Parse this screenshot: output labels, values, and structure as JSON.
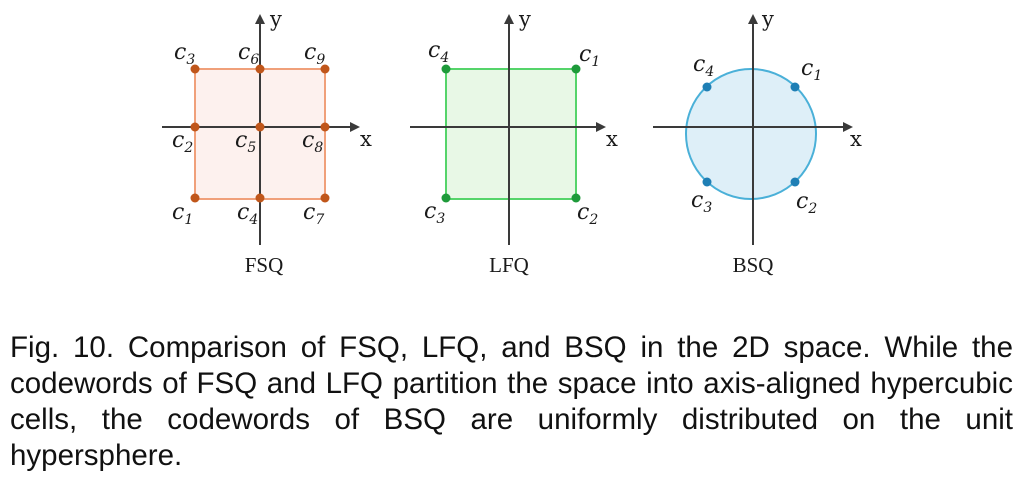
{
  "colors": {
    "fsq_fill": "#fdf1ee",
    "fsq_stroke": "#f0a07a",
    "fsq_point": "#c0561a",
    "lfq_fill": "#e8f8e6",
    "lfq_stroke": "#55d46a",
    "lfq_point": "#1e9a3a",
    "bsq_fill": "#deeff8",
    "bsq_stroke": "#4ab0d8",
    "bsq_point": "#1f7fb5",
    "axis": "#3a3a3a"
  },
  "axis_labels": {
    "x": "x",
    "y": "y"
  },
  "panels": [
    {
      "title": "FSQ",
      "codewords": [
        {
          "base": "c",
          "sub": "1"
        },
        {
          "base": "c",
          "sub": "2"
        },
        {
          "base": "c",
          "sub": "3"
        },
        {
          "base": "c",
          "sub": "4"
        },
        {
          "base": "c",
          "sub": "5"
        },
        {
          "base": "c",
          "sub": "6"
        },
        {
          "base": "c",
          "sub": "7"
        },
        {
          "base": "c",
          "sub": "8"
        },
        {
          "base": "c",
          "sub": "9"
        }
      ]
    },
    {
      "title": "LFQ",
      "codewords": [
        {
          "base": "c",
          "sub": "1"
        },
        {
          "base": "c",
          "sub": "2"
        },
        {
          "base": "c",
          "sub": "3"
        },
        {
          "base": "c",
          "sub": "4"
        }
      ]
    },
    {
      "title": "BSQ",
      "codewords": [
        {
          "base": "c",
          "sub": "1"
        },
        {
          "base": "c",
          "sub": "2"
        },
        {
          "base": "c",
          "sub": "3"
        },
        {
          "base": "c",
          "sub": "4"
        }
      ]
    }
  ],
  "caption": "Fig. 10. Comparison of FSQ, LFQ, and BSQ in the 2D space. While the codewords of FSQ and LFQ partition the space into axis-aligned hypercubic cells, the codewords of BSQ are uniformly distributed on the unit hypersphere."
}
